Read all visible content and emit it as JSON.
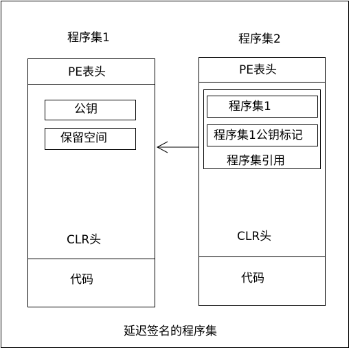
{
  "assembly1": {
    "title": "程序集1",
    "pe_header": "PE表头",
    "public_key": "公钥",
    "reserved_space": "保留空间",
    "clr_header": "CLR头",
    "code": "代码"
  },
  "assembly2": {
    "title": "程序集2",
    "pe_header": "PE表头",
    "reference_name": "程序集1",
    "reference_token": "程序集1公钥标记",
    "reference_label": "程序集引用",
    "clr_header": "CLR头",
    "code": "代码"
  },
  "caption": "延迟签名的程序集"
}
